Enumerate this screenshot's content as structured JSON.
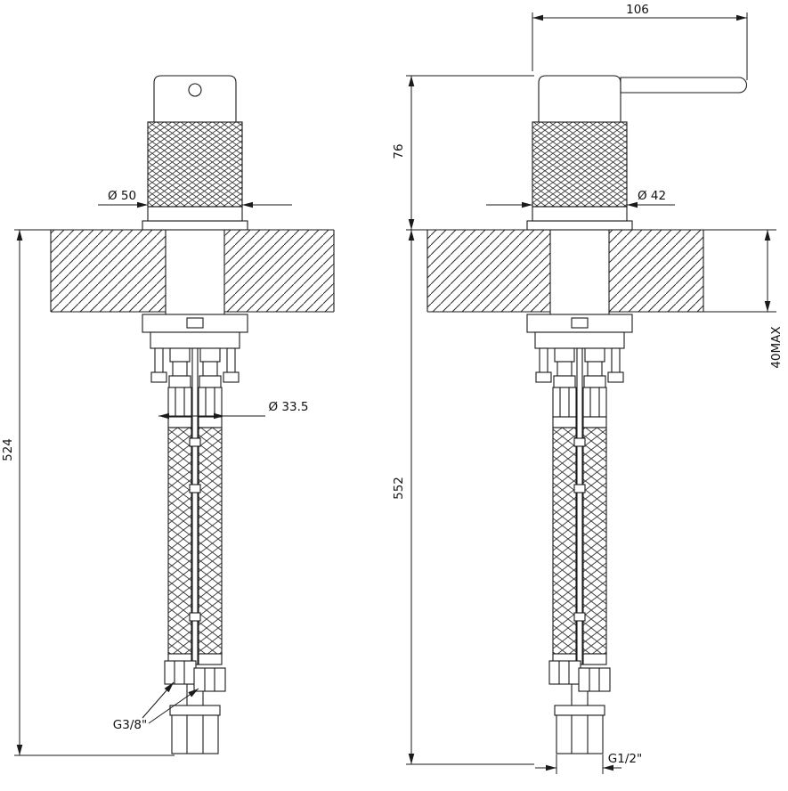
{
  "colors": {
    "line": "#1a1a1a",
    "background": "#ffffff"
  },
  "dimensions": {
    "lever_length": "106",
    "body_height_above_deck": "76",
    "body_diameter_front": "Ø 50",
    "body_diameter_side": "Ø 42",
    "overall_height_front": "524",
    "overall_height_side": "552",
    "hose_clearance_diameter": "Ø 33.5",
    "max_deck_thickness": "40MAX",
    "inlet_connection": "G3/8\"",
    "outlet_connection": "G1/2\""
  }
}
